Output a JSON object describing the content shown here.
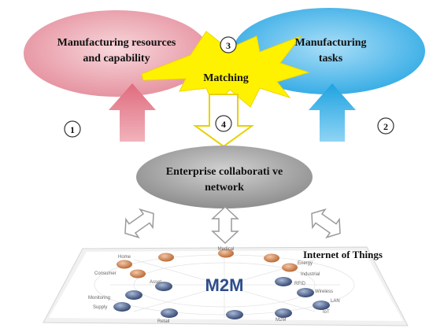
{
  "nodes": {
    "resources": {
      "line1": "Manufacturing resources",
      "line2": "and capability",
      "color": "#e89aa6"
    },
    "tasks": {
      "line1": "Manufacturing",
      "line2": "tasks",
      "color": "#4cb6e8"
    },
    "matching": {
      "label": "Matching",
      "color": "#fff200"
    },
    "network": {
      "line1": "Enterprise collaborati ve",
      "line2": "network",
      "color": "#9a9a9a"
    },
    "iot": {
      "label": "Internet of Things"
    }
  },
  "markers": [
    "1",
    "2",
    "3",
    "4"
  ],
  "m2m": {
    "logo": "M2M",
    "labels": [
      "Medical",
      "Energy",
      "Industrial",
      "RFID",
      "Wireless",
      "LAN",
      "IoT",
      "M2M",
      "Consumer",
      "Asset",
      "Monitoring",
      "Supply",
      "Retail",
      "Home"
    ]
  }
}
